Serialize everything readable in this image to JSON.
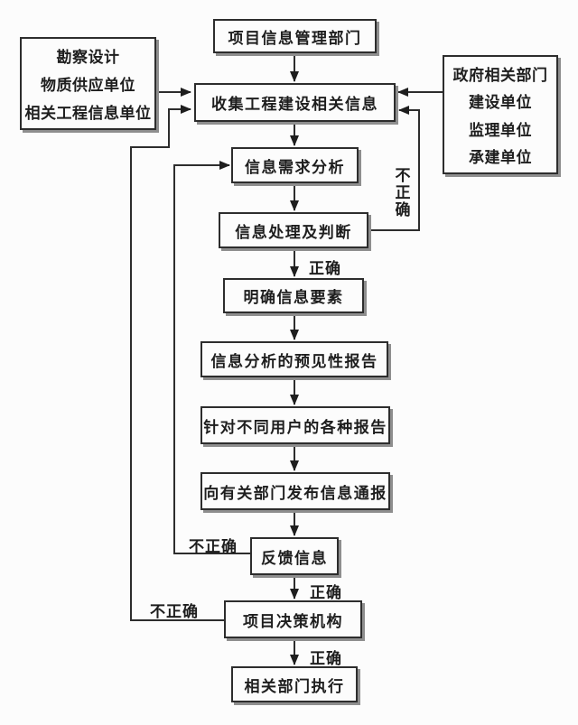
{
  "diagram": {
    "type": "flowchart",
    "language": "zh-CN",
    "colors": {
      "background": "#fcfcfc",
      "box_fill": "#fcfcfc",
      "box_border": "#2d2d2d",
      "box_shadow": "#8e8e8e",
      "line": "#2d2d2d",
      "text": "#1e1e1e"
    },
    "nodes": {
      "project_dept": {
        "label": "项目信息管理部门"
      },
      "sources_left": {
        "lines": [
          "勘察设计",
          "物质供应单位",
          "相关工程信息单位"
        ]
      },
      "sources_right": {
        "lines": [
          "政府相关部门",
          "建设单位",
          "监理单位",
          "承建单位"
        ]
      },
      "collect": {
        "label": "收集工程建设相关信息"
      },
      "demand": {
        "label": "信息需求分析"
      },
      "process": {
        "label": "信息处理及判断"
      },
      "clarify": {
        "label": "明确信息要素"
      },
      "forecast": {
        "label": "信息分析的预见性报告"
      },
      "reports": {
        "label": "针对不同用户的各种报告"
      },
      "notify": {
        "label": "向有关部门发布信息通报"
      },
      "feedback": {
        "label": "反馈信息"
      },
      "decision": {
        "label": "项目决策机构"
      },
      "execute": {
        "label": "相关部门执行"
      }
    },
    "edge_labels": {
      "correct": "正确",
      "incorrect": "不正确"
    },
    "edges": [
      {
        "from": "项目信息管理部门",
        "to": "收集工程建设相关信息",
        "label": ""
      },
      {
        "from": "勘察设计/物质供应单位/相关工程信息单位",
        "to": "收集工程建设相关信息",
        "label": ""
      },
      {
        "from": "政府相关部门/建设单位/监理单位/承建单位",
        "to": "收集工程建设相关信息",
        "label": ""
      },
      {
        "from": "收集工程建设相关信息",
        "to": "信息需求分析",
        "label": ""
      },
      {
        "from": "信息需求分析",
        "to": "信息处理及判断",
        "label": ""
      },
      {
        "from": "信息处理及判断",
        "to": "明确信息要素",
        "label": "正确"
      },
      {
        "from": "信息处理及判断",
        "to": "收集工程建设相关信息",
        "label": "不正确"
      },
      {
        "from": "明确信息要素",
        "to": "信息分析的预见性报告",
        "label": ""
      },
      {
        "from": "信息分析的预见性报告",
        "to": "针对不同用户的各种报告",
        "label": ""
      },
      {
        "from": "针对不同用户的各种报告",
        "to": "向有关部门发布信息通报",
        "label": ""
      },
      {
        "from": "向有关部门发布信息通报",
        "to": "反馈信息",
        "label": ""
      },
      {
        "from": "反馈信息",
        "to": "项目决策机构",
        "label": "正确"
      },
      {
        "from": "反馈信息",
        "to": "信息需求分析",
        "label": "不正确"
      },
      {
        "from": "项目决策机构",
        "to": "相关部门执行",
        "label": "正确"
      },
      {
        "from": "项目决策机构",
        "to": "收集工程建设相关信息",
        "label": "不正确"
      }
    ]
  }
}
